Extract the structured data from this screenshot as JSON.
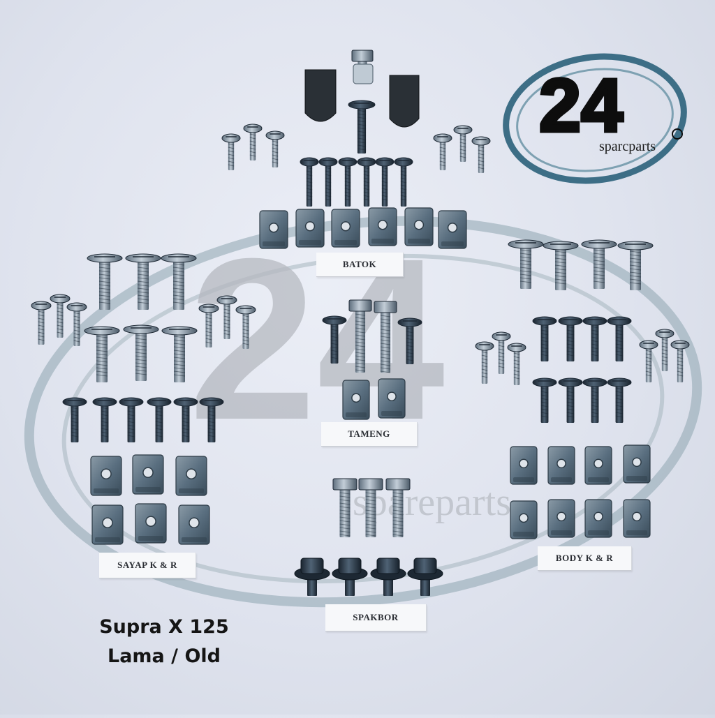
{
  "logo": {
    "number": "24",
    "subtitle": "sparcparts",
    "watermark_subtitle": "spareparts",
    "colors": {
      "ring": "#3d6e86",
      "text": "#0d0d0d"
    }
  },
  "groups": [
    {
      "id": "batok",
      "label": "BATOK"
    },
    {
      "id": "tameng",
      "label": "TAMENG"
    },
    {
      "id": "sayap",
      "label": "SAYAP K & R"
    },
    {
      "id": "body",
      "label": "BODY K & R"
    },
    {
      "id": "spakbor",
      "label": "SPAKBOR"
    }
  ],
  "caption": {
    "line1": "Supra X 125",
    "line2": "Lama / Old"
  },
  "colors": {
    "background": "#dfe3ee",
    "bolt": "#2e3d4c",
    "bolt_zinc": "#8a98a6",
    "nut": "#5a7487",
    "watermark": "#8a8f96"
  }
}
